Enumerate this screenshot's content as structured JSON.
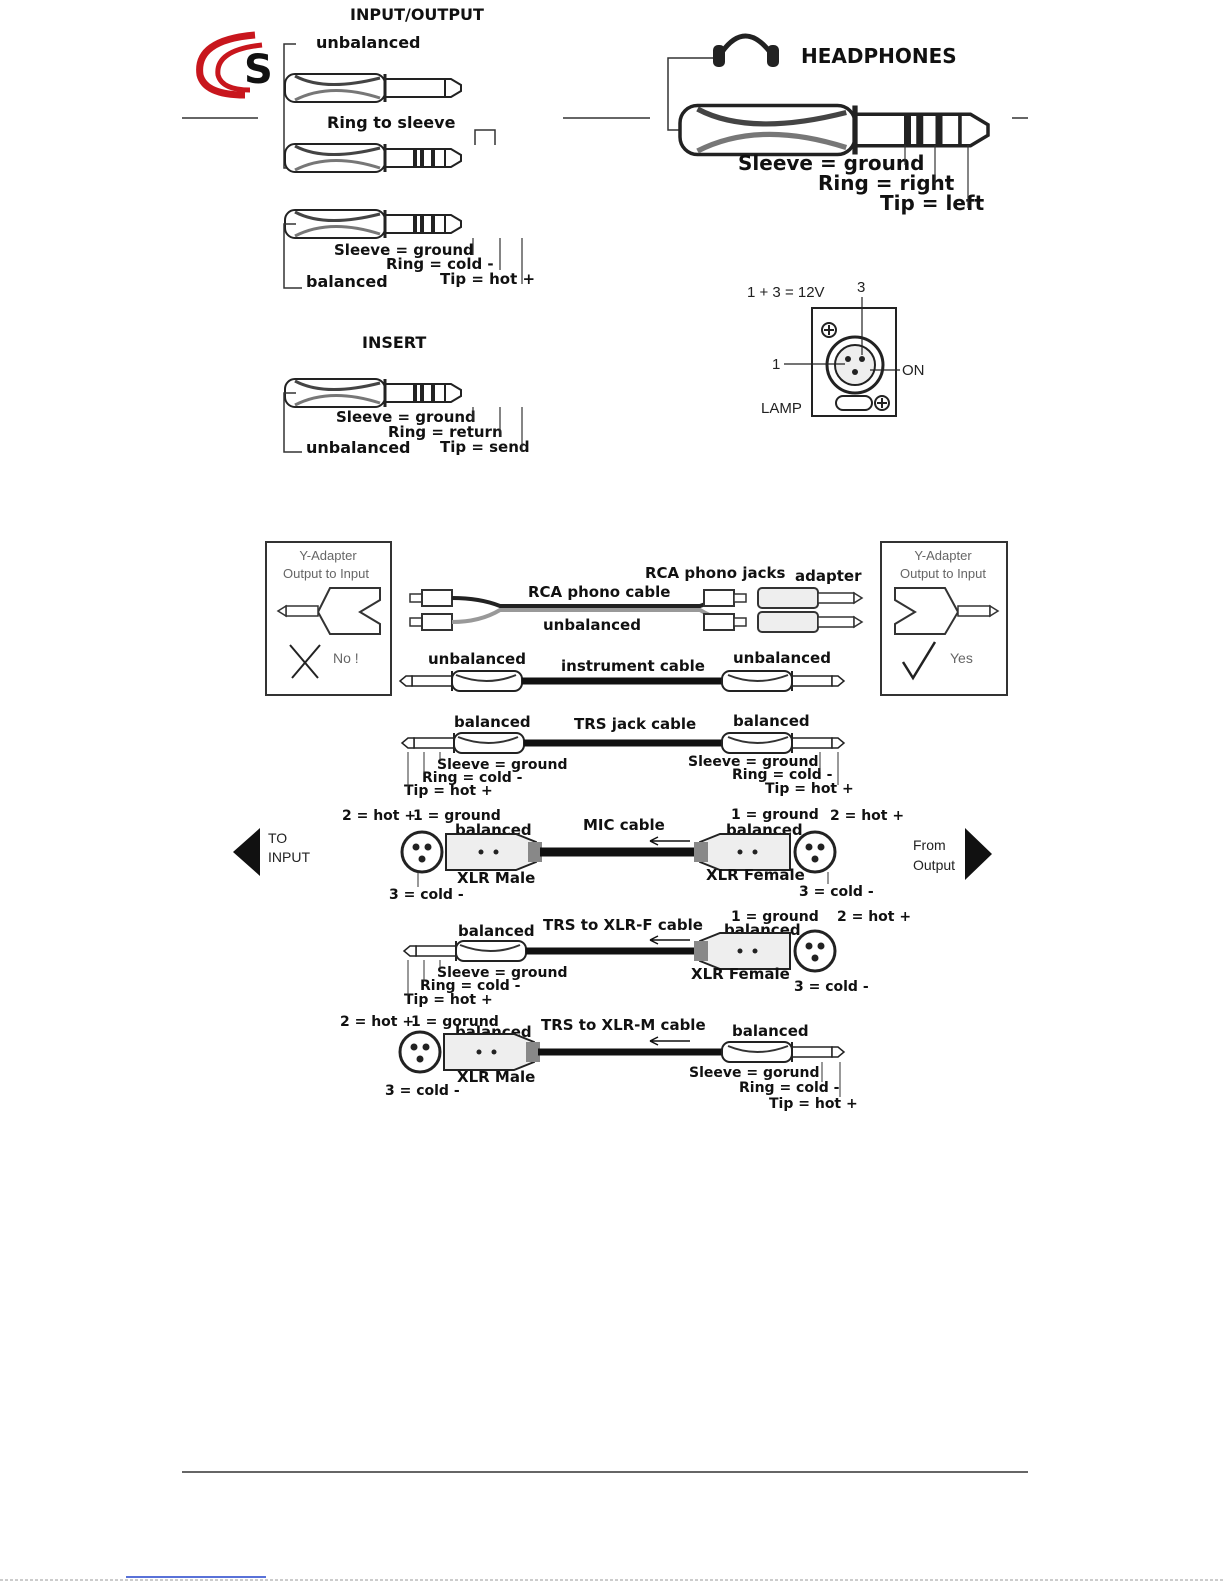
{
  "header": {
    "logo_letter": "S",
    "brand_color": "#c8161d"
  },
  "io_section": {
    "title": "INPUT/OUTPUT",
    "unbalanced": "unbalanced",
    "ring_to_sleeve": "Ring to sleeve",
    "sleeve": "Sleeve = ground",
    "ring": "Ring = cold -",
    "tip": "Tip = hot +",
    "balanced": "balanced"
  },
  "insert_section": {
    "title": "INSERT",
    "sleeve": "Sleeve = ground",
    "ring": "Ring = return",
    "tip": "Tip = send",
    "unbalanced": "unbalanced"
  },
  "headphones_section": {
    "title": "HEADPHONES",
    "sleeve": "Sleeve = ground",
    "ring": "Ring = right",
    "tip": "Tip = left"
  },
  "lamp_section": {
    "formula": "1 + 3 = 12V",
    "pin3": "3",
    "pin1": "1",
    "on": "ON",
    "lamp": "LAMP"
  },
  "y_adapter_left": {
    "title": "Y-Adapter",
    "subtitle": "Output to Input",
    "verdict": "No !"
  },
  "y_adapter_right": {
    "title": "Y-Adapter",
    "subtitle": "Output to Input",
    "verdict": "Yes"
  },
  "rca": {
    "jacks": "RCA phono jacks",
    "adapter": "adapter",
    "cable": "RCA phono cable",
    "unbalanced": "unbalanced"
  },
  "instrument": {
    "left": "unbalanced",
    "label": "instrument cable",
    "right": "unbalanced"
  },
  "trs_cable": {
    "left_bal": "balanced",
    "label": "TRS jack cable",
    "right_bal": "balanced",
    "sleeve": "Sleeve = ground",
    "ring": "Ring = cold -",
    "tip": "Tip = hot +"
  },
  "mic_cable": {
    "to_input": "TO\nINPUT",
    "to": "TO",
    "input": "INPUT",
    "from": "From",
    "output": "Output",
    "hot": "2 = hot +",
    "ground": "1 = ground",
    "balanced": "balanced",
    "label": "MIC cable",
    "xlr_male": "XLR Male",
    "xlr_female": "XLR Female",
    "cold": "3 = cold -"
  },
  "trs_xlrf": {
    "balanced": "balanced",
    "label": "TRS to XLR-F cable",
    "ground": "1 = ground",
    "hot": "2 = hot +",
    "sleeve": "Sleeve = ground",
    "ring": "Ring = cold -",
    "tip": "Tip = hot +",
    "xlr_female": "XLR Female",
    "cold": "3 = cold -"
  },
  "trs_xlrm": {
    "hot": "2 = hot +",
    "ground": "1 = gorund",
    "balanced": "balanced",
    "label": "TRS to XLR-M cable",
    "xlr_male": "XLR Male",
    "cold": "3 = cold -",
    "sleeve": "Sleeve = gorund",
    "ring": "Ring = cold -",
    "tip": "Tip = hot +"
  }
}
